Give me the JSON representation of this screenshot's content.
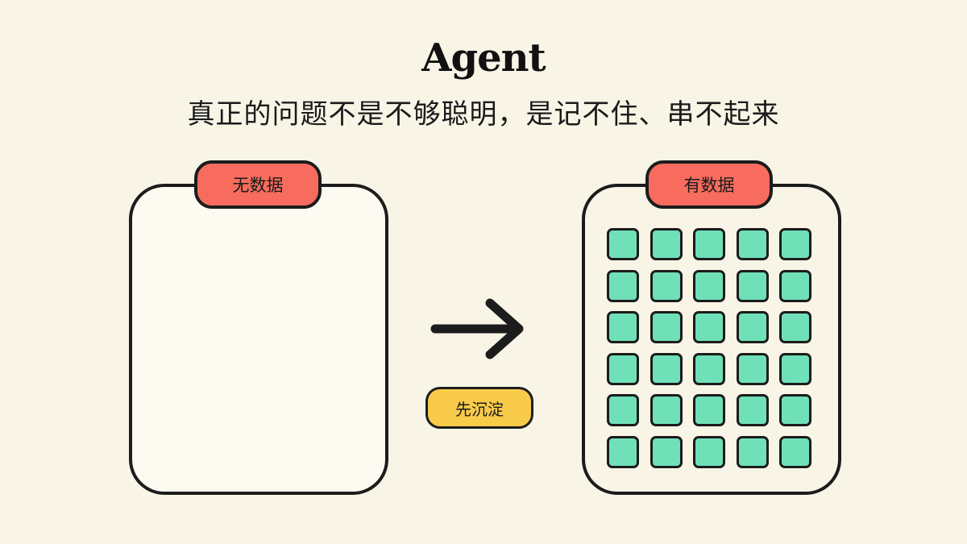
{
  "header": {
    "title": "Agent",
    "subtitle": "真正的问题不是不够聪明，是记不住、串不起来"
  },
  "left_panel": {
    "tag": "无数据"
  },
  "right_panel": {
    "tag": "有数据",
    "grid": {
      "rows": 6,
      "cols": 5
    }
  },
  "transition": {
    "label": "先沉淀"
  },
  "colors": {
    "background": "#f8f4e6",
    "tag": "#f76c5e",
    "cell": "#6fe0b8",
    "step": "#f9cb4a",
    "stroke": "#1c1c1c"
  }
}
